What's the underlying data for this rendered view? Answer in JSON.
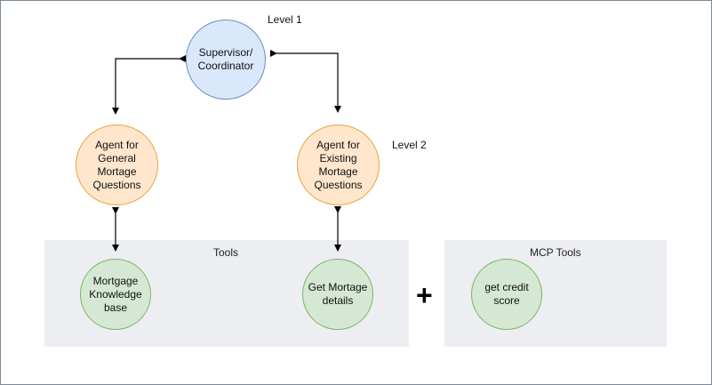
{
  "level_labels": {
    "level1": "Level 1",
    "level2": "Level 2"
  },
  "panels": {
    "tools": "Tools",
    "mcp_tools": "MCP Tools"
  },
  "nodes": {
    "supervisor": "Supervisor/\nCoordinator",
    "agent_general": "Agent for\nGeneral\nMortage\nQuestions",
    "agent_existing": "Agent for\nExisting\nMortage\nQuestions",
    "knowledge_base": "Mortgage\nKnowledge\nbase",
    "get_details": "Get Mortage\ndetails",
    "credit_score": "get credit\nscore"
  },
  "plus_symbol": "+",
  "colors": {
    "supervisor_fill": "#dae8fc",
    "agent_fill": "#ffe6cc",
    "tool_fill": "#d5e8d4",
    "panel_fill": "#eceef1"
  }
}
